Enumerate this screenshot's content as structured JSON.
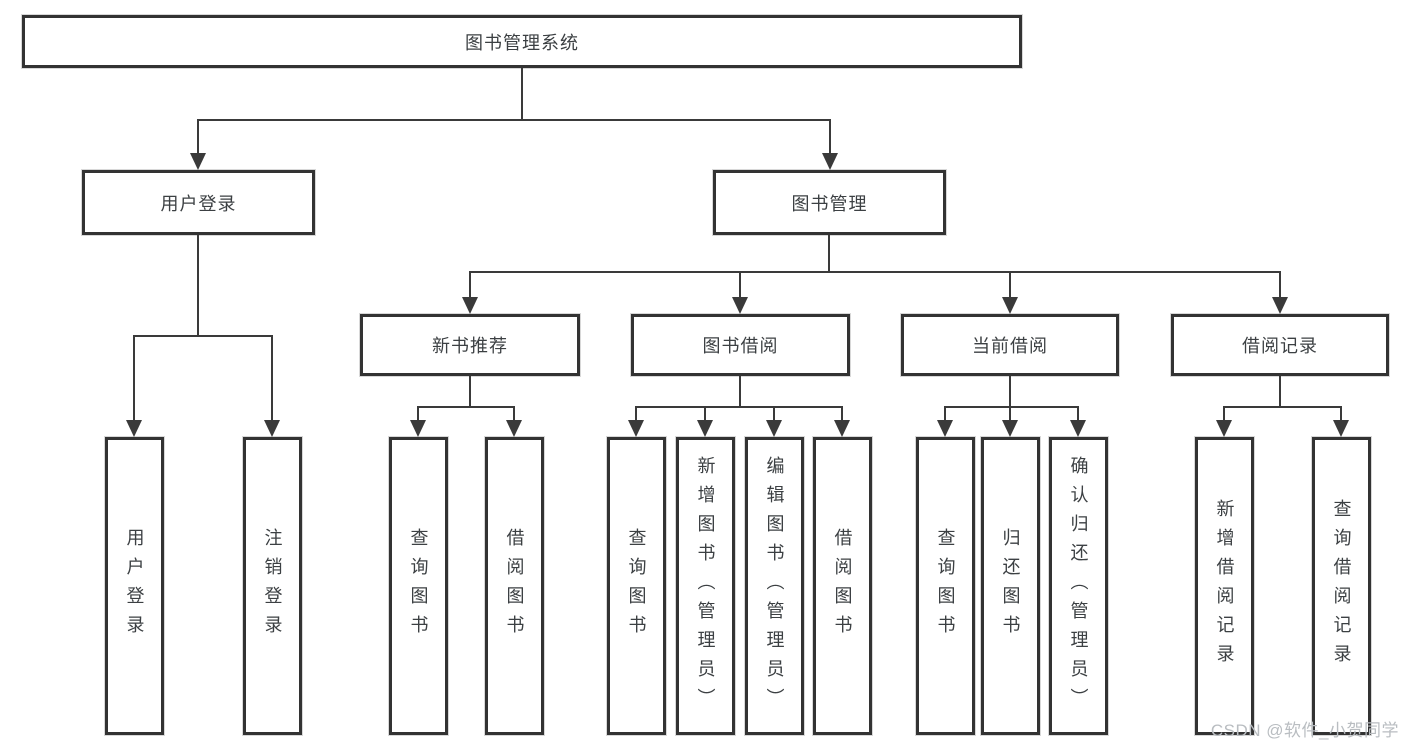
{
  "tree": {
    "root": {
      "label": "图书管理系统",
      "children": [
        {
          "label": "用户登录",
          "children": [
            {
              "label": "用户登录"
            },
            {
              "label": "注销登录"
            }
          ]
        },
        {
          "label": "图书管理",
          "children": [
            {
              "label": "新书推荐",
              "children": [
                {
                  "label": "查询图书"
                },
                {
                  "label": "借阅图书"
                }
              ]
            },
            {
              "label": "图书借阅",
              "children": [
                {
                  "label": "查询图书"
                },
                {
                  "label": "新增图书（管理员）"
                },
                {
                  "label": "编辑图书（管理员）"
                },
                {
                  "label": "借阅图书"
                }
              ]
            },
            {
              "label": "当前借阅",
              "children": [
                {
                  "label": "查询图书"
                },
                {
                  "label": "归还图书"
                },
                {
                  "label": "确认归还（管理员）"
                }
              ]
            },
            {
              "label": "借阅记录",
              "children": [
                {
                  "label": "新增借阅记录"
                },
                {
                  "label": "查询借阅记录"
                }
              ]
            }
          ]
        }
      ]
    }
  },
  "watermark": "CSDN @软件_小贺同学",
  "colors": {
    "line": "#3a3a3a",
    "box_border": "#333333",
    "text": "#3c4043",
    "background": "#ffffff",
    "watermark": "#b9bdc1"
  }
}
